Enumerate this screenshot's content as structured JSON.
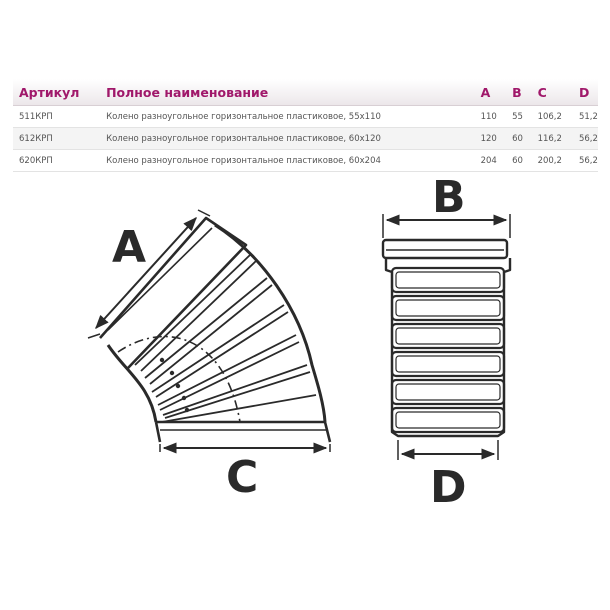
{
  "table": {
    "headers": {
      "article": "Артикул",
      "name": "Полное наименование",
      "a": "A",
      "b": "B",
      "c": "C",
      "d": "D"
    },
    "rows": [
      {
        "article": "511КРП",
        "name": "Колено разноугольное горизонтальное пластиковое, 55х110",
        "a": "110",
        "b": "55",
        "c": "106,2",
        "d": "51,2"
      },
      {
        "article": "612КРП",
        "name": "Колено разноугольное горизонтальное пластиковое, 60х120",
        "a": "120",
        "b": "60",
        "c": "116,2",
        "d": "56,2"
      },
      {
        "article": "620КРП",
        "name": "Колено разноугольное горизонтальное пластиковое, 60х204",
        "a": "204",
        "b": "60",
        "c": "200,2",
        "d": "56,2"
      }
    ]
  },
  "drawing": {
    "labels": {
      "a": "A",
      "b": "B",
      "c": "C",
      "d": "D"
    }
  }
}
